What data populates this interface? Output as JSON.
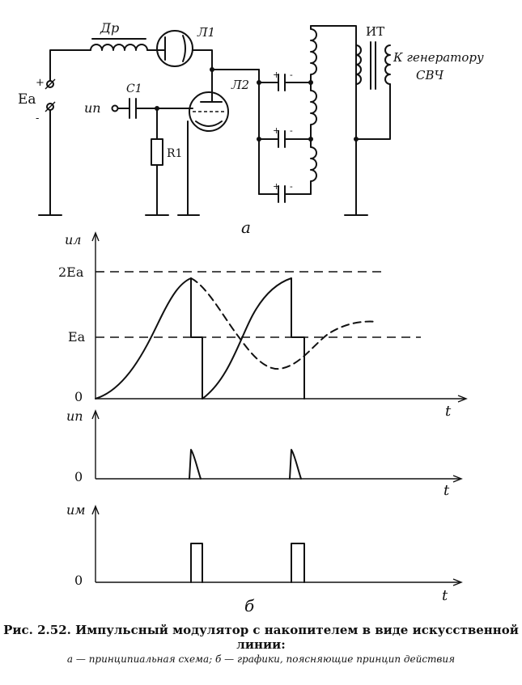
{
  "schematic": {
    "source_label": "Ea",
    "plus": "+",
    "minus": "-",
    "choke_label": "Др",
    "tube1_label": "Л1",
    "tube2_label": "Л2",
    "capacitor_label": "C1",
    "resistor_label": "R1",
    "input_label": "uп",
    "transformer_label": "ИТ",
    "load_label_1": "К генератору",
    "load_label_2": "СВЧ",
    "cap_plus": "+",
    "cap_minus": "-",
    "panel_label": "a"
  },
  "graphs": {
    "panel_label": "б",
    "t_label": "t",
    "graph1": {
      "ylabel": "uл",
      "ticks": [
        "2Ea",
        "Ea",
        "0"
      ]
    },
    "graph2": {
      "ylabel": "uп",
      "ticks": [
        "0"
      ]
    },
    "graph3": {
      "ylabel": "uм",
      "ticks": [
        "0"
      ]
    }
  },
  "caption": {
    "line1": "Рис. 2.52. Импульсный модулятор с накопителем в виде искусственной линии:",
    "line2": "а — принципиальная схема; б — графики, поясняющие принцип действия"
  }
}
